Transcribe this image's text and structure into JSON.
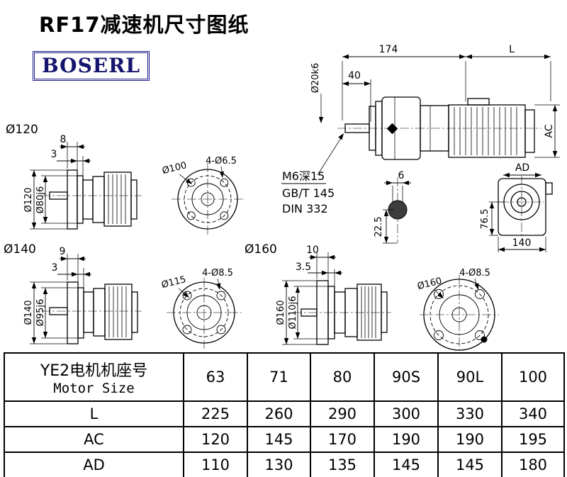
{
  "page": {
    "title": "RF17减速机尺寸图纸",
    "brand": "BOSERL"
  },
  "drawing": {
    "assembly": {
      "dim_174": "174",
      "dim_L": "L",
      "dim_40": "40",
      "shaft_dia": "Ø20k6",
      "dim_AC": "AC",
      "dim_AD": "AD"
    },
    "thread_note": {
      "line1": "M6深15",
      "line2": "GB/T 145",
      "line3": "DIN 332"
    },
    "key_section": {
      "key_width": "6",
      "key_depth": "22.5"
    },
    "rear_view": {
      "height": "76.5",
      "width": "140"
    },
    "flange120": {
      "section_label": "Ø120",
      "flange_thickness": "8",
      "spigot_depth": "3",
      "flange_dia": "Ø120",
      "pilot_dia": "Ø80j6",
      "bolt_circle": "Ø100",
      "bolt_holes": "4-Ø6.5"
    },
    "flange140": {
      "section_label": "Ø140",
      "flange_thickness": "9",
      "spigot_depth": "3",
      "flange_dia": "Ø140",
      "pilot_dia": "Ø95j6",
      "bolt_circle": "Ø115",
      "bolt_holes": "4-Ø8.5"
    },
    "flange160": {
      "section_label": "Ø160",
      "flange_thickness": "10",
      "spigot_depth": "3.5",
      "flange_dia": "Ø160",
      "pilot_dia": "Ø110j6",
      "bolt_circle": "Ø160",
      "bolt_holes": "4-Ø8.5"
    }
  },
  "table": {
    "header": {
      "cn": "YE2电机机座号",
      "en": "Motor Size"
    },
    "columns": [
      "63",
      "71",
      "80",
      "90S",
      "90L",
      "100"
    ],
    "rows": [
      {
        "label": "L",
        "values": [
          "225",
          "260",
          "290",
          "300",
          "330",
          "340"
        ]
      },
      {
        "label": "AC",
        "values": [
          "120",
          "145",
          "170",
          "190",
          "190",
          "195"
        ]
      },
      {
        "label": "AD",
        "values": [
          "110",
          "130",
          "135",
          "145",
          "145",
          "180"
        ]
      }
    ]
  }
}
